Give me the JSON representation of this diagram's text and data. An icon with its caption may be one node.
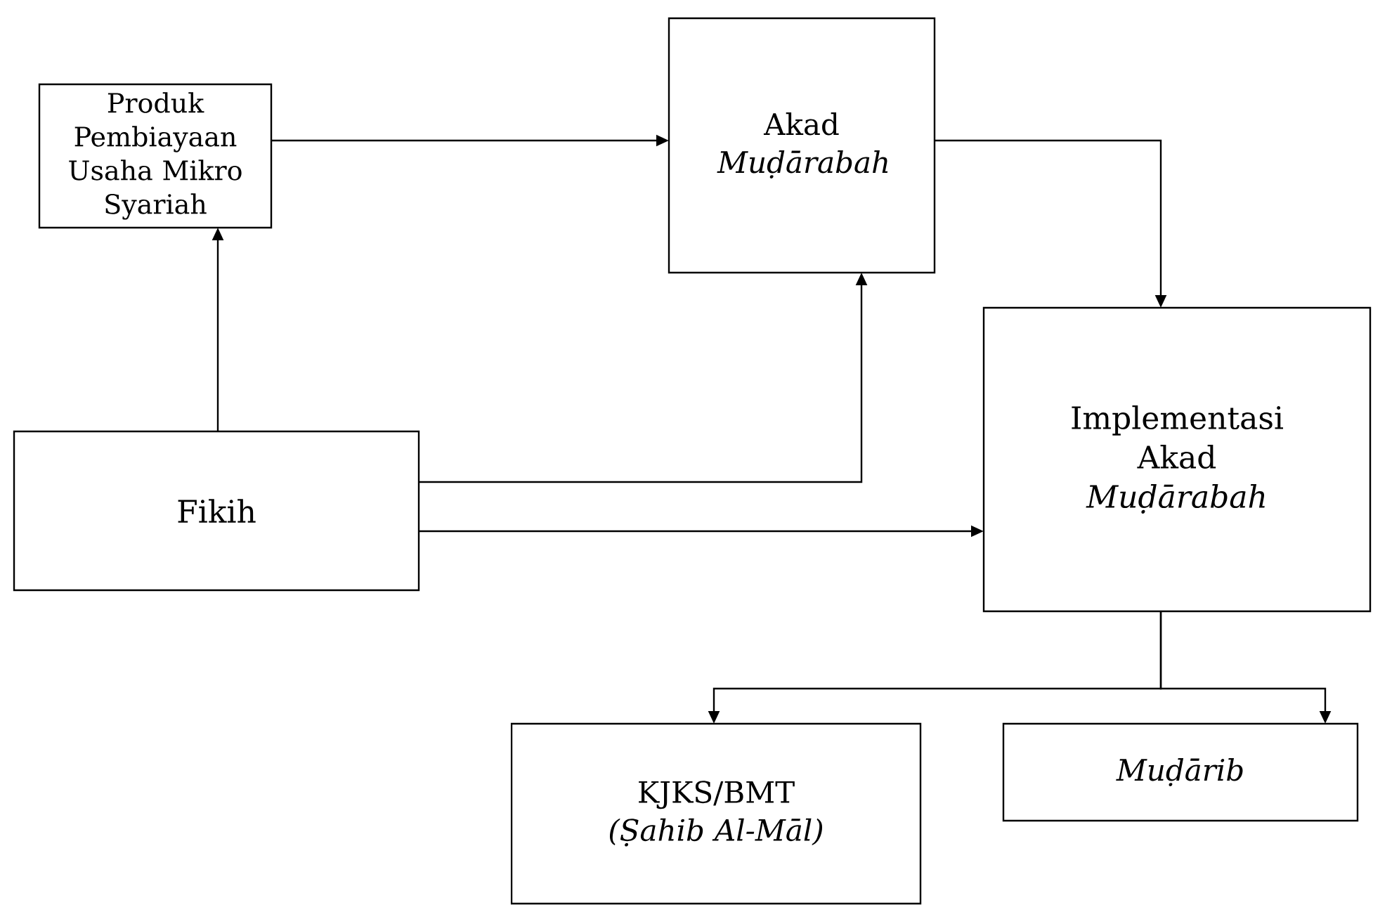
{
  "diagram": {
    "nodes": [
      {
        "text": [
          "Produk Pembiayaan Usaha Mikro Syariah"
        ]
      },
      {
        "text": [
          "Akad *Muḍārabah*"
        ]
      },
      {
        "text": [
          "Implementasi Akad *Muḍārabah*"
        ]
      },
      {
        "text": [
          "Fikih"
        ]
      },
      {
        "text": [
          "KJKS/BMT *(Ṣahib Al-Māl)*"
        ]
      },
      {
        "text": [
          "Muḍārib"
        ]
      }
    ],
    "edges": [
      {
        "from": 3,
        "to": 0,
        "arrow": "to"
      },
      {
        "from": 0,
        "to": 1,
        "arrow": "to"
      },
      {
        "from": 3,
        "to": 1,
        "arrow": "to"
      },
      {
        "from": 3,
        "to": 2,
        "arrow": "to"
      },
      {
        "from": 1,
        "to": 2,
        "arrow": "to"
      },
      {
        "from": 2,
        "to": 4,
        "arrow": "to"
      },
      {
        "from": 2,
        "to": 5,
        "arrow": "to"
      }
    ]
  }
}
